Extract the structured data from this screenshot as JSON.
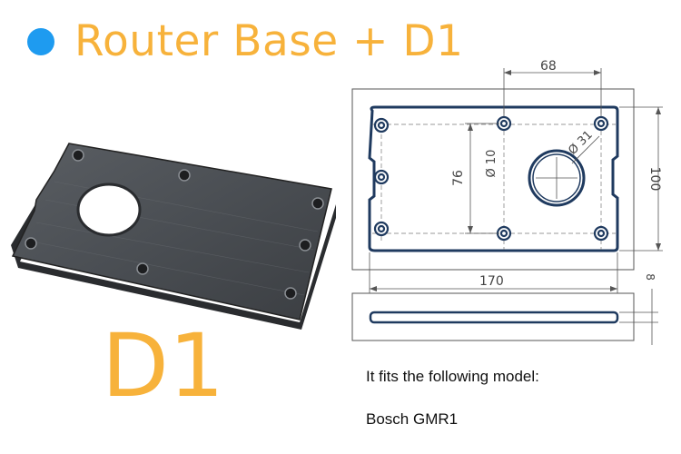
{
  "title": "Router Base + D1",
  "big_label": "D1",
  "fit_text": "It fits the following model:",
  "model_name": "Bosch GMR1",
  "drawing": {
    "dim_68": "68",
    "dim_76": "76",
    "dim_100": "100",
    "dim_170": "170",
    "dim_8": "8",
    "dia_10": "Ø 10",
    "dia_31": "Ø 31"
  },
  "colors": {
    "title": "#f7b23b",
    "dot": "#1e9bf0",
    "plate_outline": "#1f3a5f"
  }
}
